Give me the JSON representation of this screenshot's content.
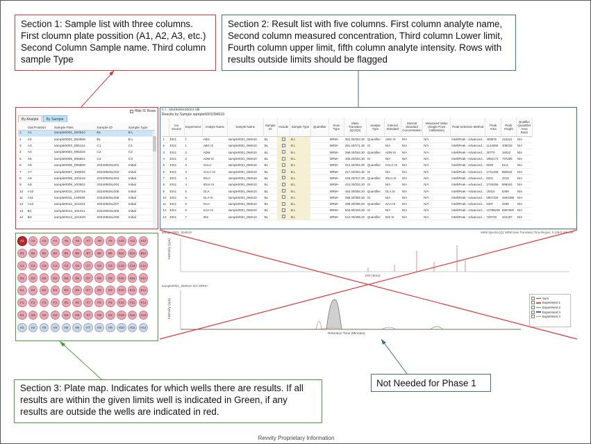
{
  "callouts": {
    "section1": "Section 1: Sample list with three columns. First cloumn plate possition (A1, A2, A3, etc.) Second Column Sample name. Third column sample Type",
    "section2": "Section 2: Result list with five columns. First column analyte name, Second column measured concentration, Third column Lower limit, Fourth column upper limit, fifth column analyte intensity. Rows with results outside limits should be flagged",
    "section3": "Section 3: Plate map. Indicates for which wells there are results. If all results are within the given limits well is indicated in Green, if any results are outside the wells are indicated in red.",
    "not_needed": "Not Needed for Phase 1"
  },
  "footer": "Revvity Proprietary Information",
  "colors": {
    "section1_border": "#e03434",
    "section2_border": "#3b6f95",
    "section3_border": "#4a9b3a",
    "well_result": "#e8a5b2",
    "well_selected": "#b8262f",
    "well_empty": "#c9d7e6"
  },
  "sample_list": {
    "hide_is_rows": "Hide IS Rows",
    "tabs": [
      "By Analyte",
      "By Sample"
    ],
    "active_tab": "By Sample",
    "columns": [
      "",
      "Vial Position",
      "Sample Files",
      "Sample ID",
      "Sample Type"
    ],
    "rows": [
      [
        "1",
        "A1",
        "sample0001_094610",
        "BL",
        "B L"
      ],
      [
        "2",
        "A2",
        "sample0002_094658",
        "BL",
        "B L"
      ],
      [
        "3",
        "A3",
        "sample0003_095114",
        "C1",
        "C1"
      ],
      [
        "4",
        "A4",
        "sample0004_095333",
        "C2",
        "C2"
      ],
      [
        "5",
        "A5",
        "sample0005_095551",
        "C3",
        "C3"
      ],
      [
        "6",
        "A6",
        "sample0006_095808",
        "20240925L001",
        "Initial"
      ],
      [
        "7",
        "A7",
        "sample0007_100026",
        "20240925L003",
        "Initial"
      ],
      [
        "8",
        "A8",
        "sample0008_100243",
        "20240925L003",
        "Initial"
      ],
      [
        "9",
        "A9",
        "sample0009_100502",
        "20240925L004",
        "Initial"
      ],
      [
        "10",
        "A10",
        "sample0010_100719",
        "20240925L005",
        "Initial"
      ],
      [
        "11",
        "A11",
        "sample0011_100939",
        "20240925L006",
        "Initial"
      ],
      [
        "12",
        "A12",
        "sample0012_101153",
        "20240925L007",
        "Initial"
      ],
      [
        "13",
        "B1",
        "sample0013_101411",
        "20240925L008",
        "Initial"
      ],
      [
        "14",
        "B2",
        "sample0014_101629",
        "20240925L009",
        "Initial"
      ]
    ]
  },
  "plate_map": {
    "rows": [
      "A",
      "B",
      "C",
      "D",
      "E",
      "F",
      "G",
      "H"
    ],
    "columns": [
      "1",
      "2",
      "3",
      "4",
      "5",
      "6",
      "7",
      "8",
      "9",
      "10",
      "11",
      "12"
    ],
    "selected_well": "A1",
    "wells_with_results": 84
  },
  "results": {
    "file_path": "C:\\...\\d449406100022.rdb",
    "subtitle": "Results by Sample sample0001094610",
    "columns": [
      "",
      "Ion Source",
      "Experiment",
      "Analyte Name",
      "Sample Name",
      "Sample ID",
      "Include",
      "Sample Type",
      "Quantifier",
      "Scan Type",
      "Mass Transition (Q1/Q3)",
      "Analyte Type",
      "Internal Standard",
      "Internal Standard Concentration",
      "Measured Value (Single-Point Calibration)",
      "Peak Selection Method",
      "Peak Area",
      "Peak Height",
      "Qualifier Quantifier Area Ratio"
    ],
    "rows": [
      [
        "1",
        "ESI1",
        "1",
        "ABG",
        "sample0001_094610",
        "BL",
        "",
        "B L",
        "",
        "MRM+",
        "384.30/264.30",
        "Quantifier",
        "ABG IS",
        "N/A",
        "N/A",
        "IntelliPeak - Advanced...",
        "409876",
        "216341",
        "N/A"
      ],
      [
        "2",
        "ESI1",
        "1",
        "ABG IS",
        "sample0001_094610",
        "BL",
        "",
        "B L",
        "",
        "MRM+",
        "391.40/271.30",
        "IS",
        "N/A",
        "N/A",
        "N/A",
        "IntelliPeak - Advanced...",
        "1144559",
        "409333",
        "N/A"
      ],
      [
        "3",
        "ESI1",
        "2",
        "ADM",
        "sample0001_094610",
        "BL",
        "",
        "B L",
        "",
        "MRM+",
        "398.40/264.30",
        "Quantifier",
        "ADM IS",
        "N/A",
        "N/A",
        "IntelliPeak - Advanced...",
        "40770",
        "18422",
        "N/A"
      ],
      [
        "4",
        "ESI1",
        "2",
        "ADM IS",
        "sample0001_094610",
        "BL",
        "",
        "B L",
        "",
        "MRM+",
        "405.40/264.30",
        "IS",
        "N/A",
        "N/A",
        "N/A",
        "IntelliPeak - Advanced...",
        "1852173",
        "737289",
        "N/A"
      ],
      [
        "5",
        "ESI1",
        "3",
        "GALC",
        "sample0001_094610",
        "BL",
        "",
        "B L",
        "",
        "MRM+",
        "412.40/264.30",
        "Quantifier",
        "GALC IS",
        "N/A",
        "N/A",
        "IntelliPeak - Advanced...",
        "8296",
        "5111",
        "N/A"
      ],
      [
        "6",
        "ESI1",
        "3",
        "GALC IS",
        "sample0001_094610",
        "BL",
        "",
        "B L",
        "",
        "MRM+",
        "417.40/264.30",
        "IS",
        "N/A",
        "N/A",
        "N/A",
        "IntelliPeak - Advanced...",
        "1741465",
        "882544",
        "N/A"
      ],
      [
        "7",
        "ESI1",
        "4",
        "IDUA",
        "sample0001_094610",
        "BL",
        "",
        "B L",
        "",
        "MRM+",
        "426.20/317.20",
        "Quantifier",
        "IDUA IS",
        "N/A",
        "N/A",
        "IntelliPeak - Advanced...",
        "6421",
        "3218",
        "N/A"
      ],
      [
        "8",
        "ESI1",
        "4",
        "IDUA IS",
        "sample0001_094610",
        "BL",
        "",
        "B L",
        "",
        "MRM+",
        "431.30/322.20",
        "IS",
        "N/A",
        "N/A",
        "N/A",
        "IntelliPeak - Advanced...",
        "2746259",
        "999316",
        "N/A"
      ],
      [
        "9",
        "ESI1",
        "5",
        "GLA",
        "sample0001_094610",
        "BL",
        "",
        "B L",
        "",
        "MRM+",
        "484.30/384.20",
        "Quantifier",
        "GLA IS",
        "N/A",
        "N/A",
        "IntelliPeak - Advanced...",
        "19315",
        "5498",
        "N/A"
      ],
      [
        "10",
        "ESI1",
        "5",
        "GLA IS",
        "sample0001_094610",
        "BL",
        "",
        "B L",
        "",
        "MRM+",
        "489.30/389.30",
        "IS",
        "N/A",
        "N/A",
        "N/A",
        "IntelliPeak - Advanced...",
        "5907336",
        "4694398",
        "N/A"
      ],
      [
        "11",
        "ESI1",
        "6",
        "GAA",
        "sample0001_094610",
        "BL",
        "",
        "B L",
        "",
        "MRM+",
        "498.30/398.20",
        "Quantifier",
        "GAA IS",
        "N/A",
        "N/A",
        "IntelliPeak - Advanced...",
        "6397",
        "3298",
        "N/A"
      ],
      [
        "12",
        "ESI1",
        "6",
        "GAA IS",
        "sample0001_094610",
        "BL",
        "",
        "B L",
        "",
        "MRM+",
        "503.30/403.30",
        "IS",
        "N/A",
        "N/A",
        "N/A",
        "IntelliPeak - Advanced...",
        "13789239",
        "5997800",
        "N/A"
      ],
      [
        "13",
        "ESI1",
        "7",
        "IDS",
        "sample0001_094610",
        "BL",
        "",
        "B L",
        "",
        "MRM+",
        "644.30/398.20",
        "Quantifier",
        "IDS IS",
        "N/A",
        "N/A",
        "IntelliPeak - Advanced...",
        "728749",
        "334187",
        "N/A"
      ]
    ]
  },
  "chromatogram": {
    "spectrum_title": "sample0001_094610",
    "spectrum_right": "MRM Spectra (Q1 MRM Data Transition) Time Region: 0.139-0.188 min",
    "spectrum_ylabel": "Intensity (cps)",
    "spectrum_xlabel": "m/z (amu)",
    "chrom_title": "sample0001_094610 XIC MRM+",
    "chrom_ylabel": "Intensity (cps)",
    "chrom_xlabel": "Retention Time (Minutes)",
    "legend": [
      {
        "name": "Sum",
        "color": "#555555"
      },
      {
        "name": "Experiment 1",
        "color": "#e05050"
      },
      {
        "name": "Experiment 2",
        "color": "#40b040"
      },
      {
        "name": "Experiment 3",
        "color": "#4060d0"
      },
      {
        "name": "Experiment 4",
        "color": "#e0a020"
      }
    ]
  }
}
